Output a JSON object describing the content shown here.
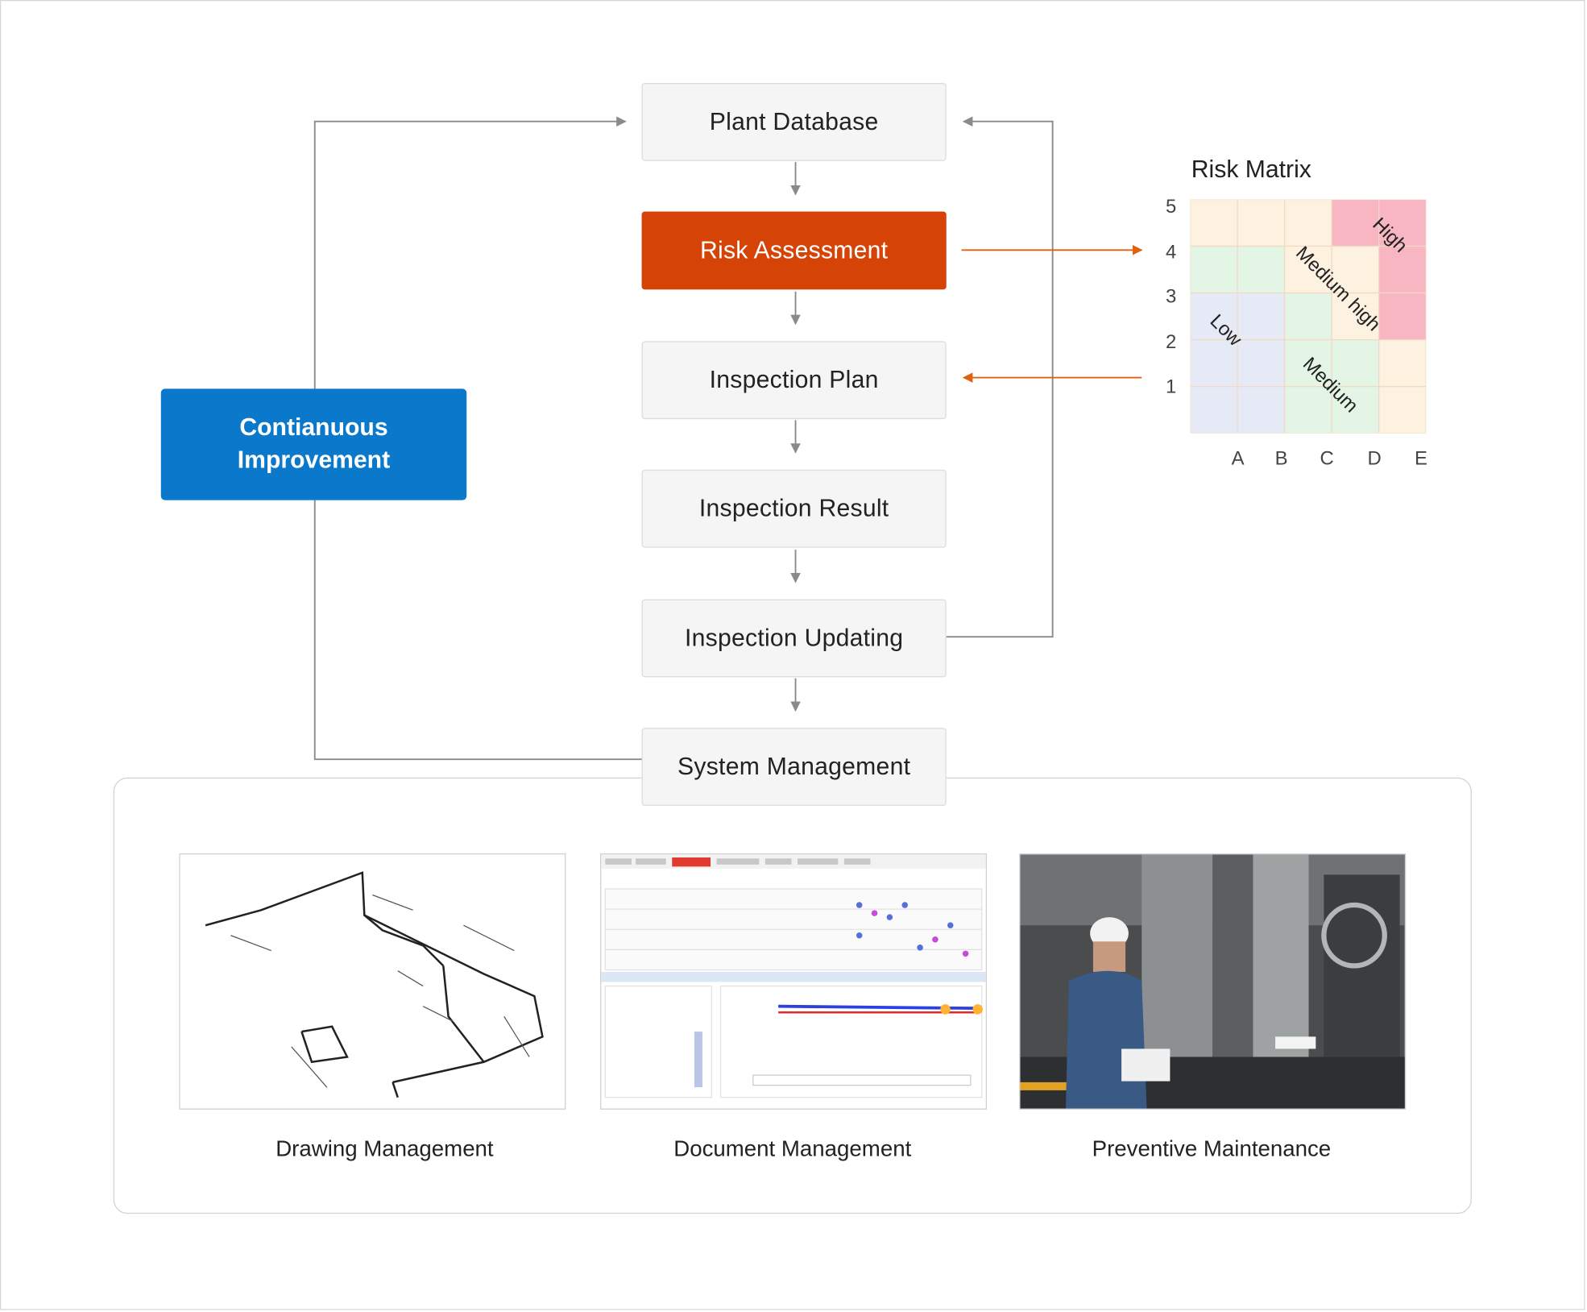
{
  "flow": {
    "steps": [
      {
        "label": "Plant Database"
      },
      {
        "label": "Risk Assessment"
      },
      {
        "label": "Inspection Plan"
      },
      {
        "label": "Inspection Result"
      },
      {
        "label": "Inspection Updating"
      },
      {
        "label": "System Management"
      }
    ],
    "highlight_step": "Risk Assessment",
    "highlight_color": "#d64307",
    "improvement": {
      "line1": "Contianuous",
      "line2": "Improvement",
      "color": "#0a79cc"
    }
  },
  "risk_matrix": {
    "title": "Risk Matrix",
    "y_ticks": [
      "5",
      "4",
      "3",
      "2",
      "1"
    ],
    "x_ticks": [
      "A",
      "B",
      "C",
      "D",
      "E"
    ],
    "zones": {
      "low": {
        "label": "Low",
        "color": "#e6eaf6"
      },
      "medium": {
        "label": "Medium",
        "color": "#e3f5e5"
      },
      "medium_high": {
        "label": "Medium high",
        "color": "#fdf1e0"
      },
      "high": {
        "label": "High",
        "color": "#f7b6c1"
      }
    }
  },
  "modules": [
    {
      "caption": "Drawing Management"
    },
    {
      "caption": "Document Management"
    },
    {
      "caption": "Preventive Maintenance"
    }
  ]
}
